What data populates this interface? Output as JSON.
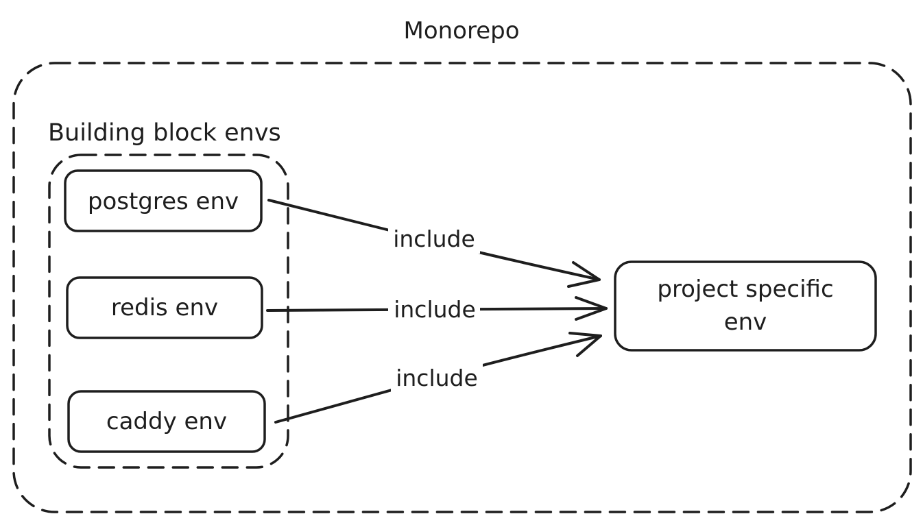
{
  "title": "Monorepo",
  "group": {
    "label": "Building block envs"
  },
  "nodes": {
    "postgres": "postgres env",
    "redis": "redis env",
    "caddy": "caddy env",
    "project_line1": "project specific",
    "project_line2": "env"
  },
  "edges": {
    "postgres_to_project": "include",
    "redis_to_project": "include",
    "caddy_to_project": "include"
  },
  "colors": {
    "stroke": "#1e1e1e",
    "background": "#ffffff"
  }
}
